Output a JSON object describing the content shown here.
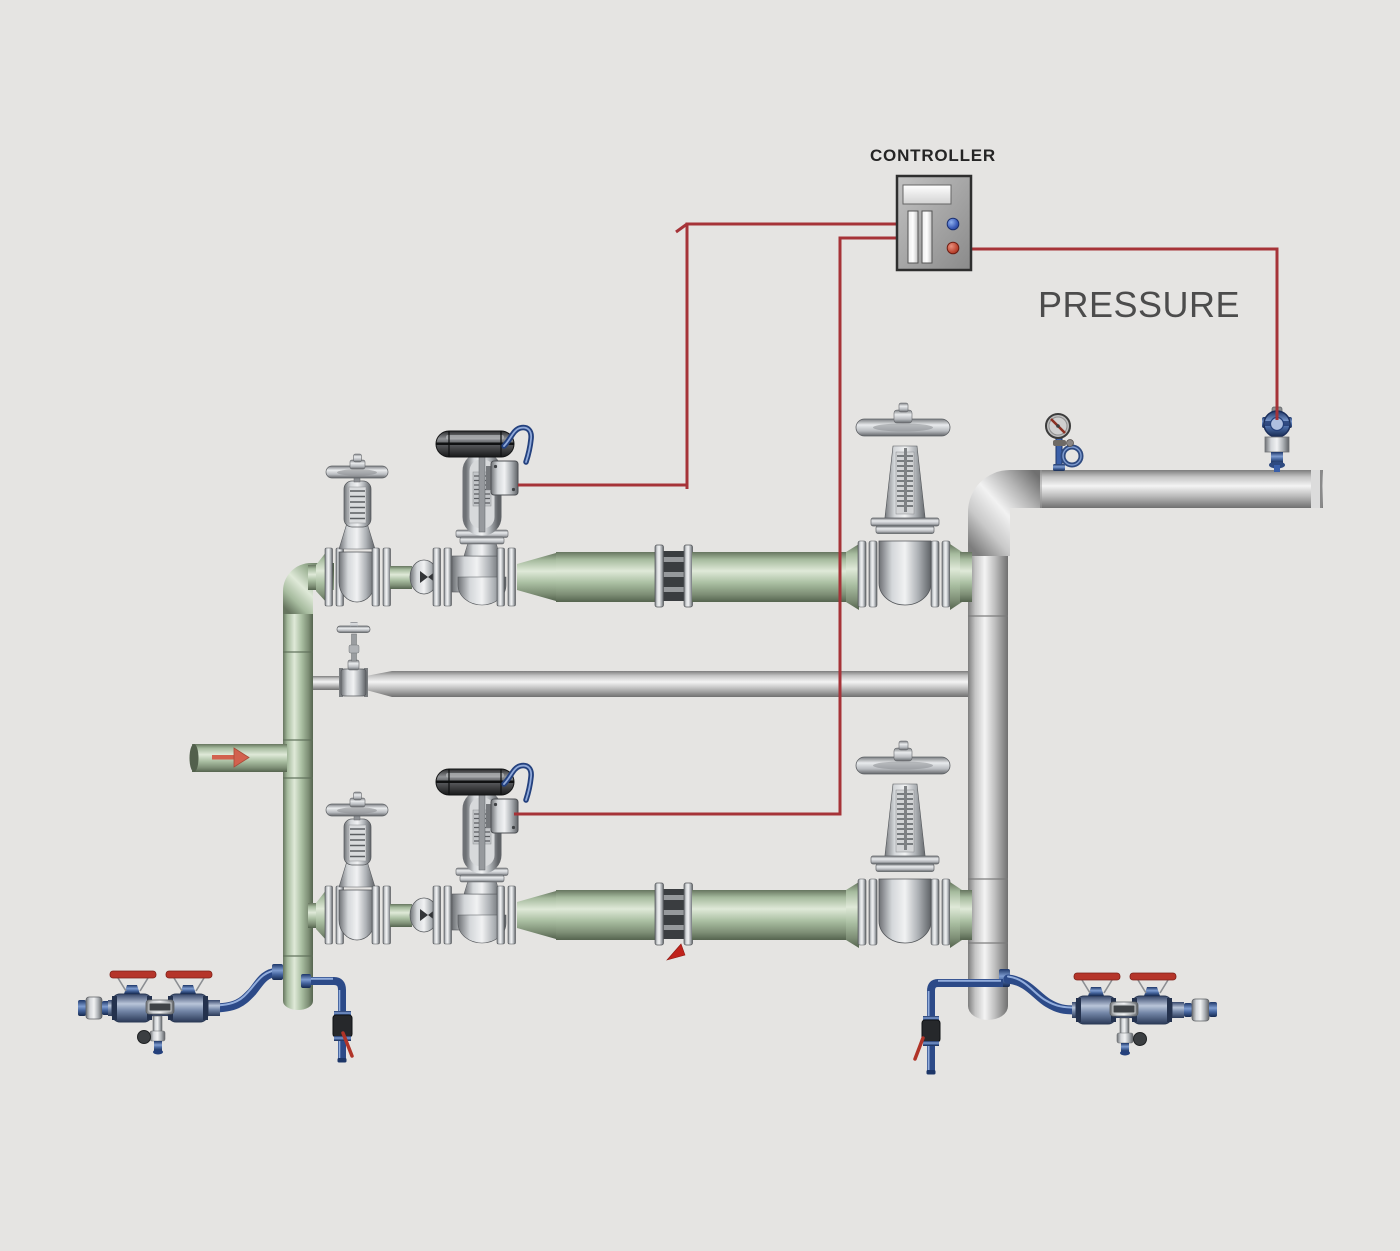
{
  "diagram": {
    "type": "piping-and-instrumentation-diagram",
    "labels": {
      "controller": "CONTROLLER",
      "pressure": "PRESSURE"
    },
    "colors": {
      "background": "#e5e4e2",
      "signal_line_red": "#a63338",
      "pipe_green": "#a6bb9e",
      "pipe_gray": "#c4c4c4",
      "pipe_blue": "#3a5fa8",
      "valve_handle_red": "#b5352a",
      "flow_arrow_orange": "#d2614e",
      "controller_button_blue": "#3556b4",
      "controller_button_red": "#bc4530"
    },
    "equipment": [
      {
        "id": "controller",
        "name": "Pressure controller"
      },
      {
        "id": "pressure-transmitter",
        "name": "Pressure transmitter on header"
      },
      {
        "id": "pressure-gauge",
        "name": "Pressure gauge with pigtail siphon"
      },
      {
        "id": "control-valve-upper",
        "name": "Control valve with diaphragm actuator (upper run)"
      },
      {
        "id": "control-valve-lower",
        "name": "Control valve with diaphragm actuator (lower run)"
      },
      {
        "id": "gate-valve-upper-inlet",
        "name": "Gate valve upper run inlet"
      },
      {
        "id": "gate-valve-upper-outlet",
        "name": "OS&Y gate valve upper run outlet"
      },
      {
        "id": "gate-valve-lower-inlet",
        "name": "Gate valve lower run inlet"
      },
      {
        "id": "gate-valve-lower-outlet",
        "name": "OS&Y gate valve lower run outlet"
      },
      {
        "id": "orifice-flanges-upper",
        "name": "Orifice flange flow element (upper run)"
      },
      {
        "id": "orifice-flanges-lower",
        "name": "Orifice flange flow element (lower run)"
      },
      {
        "id": "bypass-globe-valve",
        "name": "Bypass globe valve"
      },
      {
        "id": "backflow-preventer-left",
        "name": "Backflow preventer assembly (left)"
      },
      {
        "id": "backflow-preventer-right",
        "name": "Backflow preventer assembly (right)"
      },
      {
        "id": "inlet-flow-arrow",
        "name": "Inlet flow direction arrow"
      }
    ]
  }
}
